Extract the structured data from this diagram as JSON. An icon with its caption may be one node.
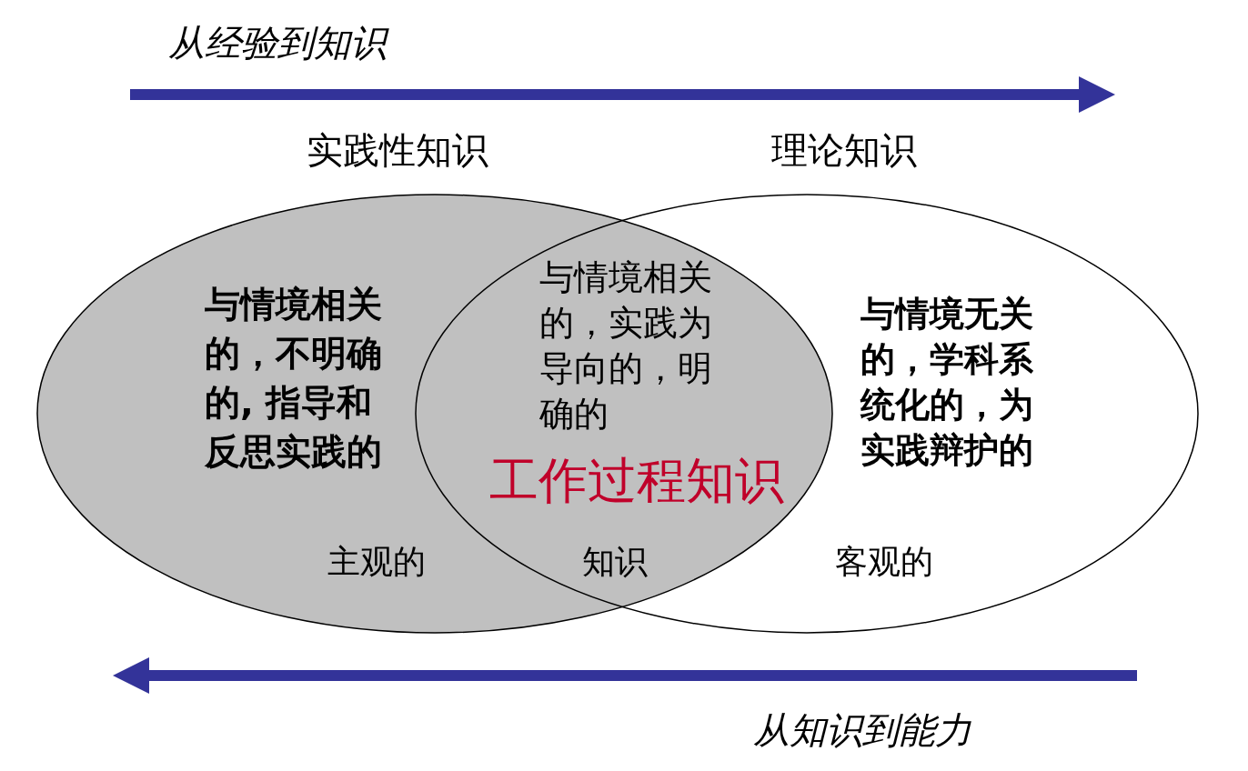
{
  "diagram": {
    "nodes": [
      {
        "text": [
          "实践性知识",
          "与情境相关的，不明确的, **指导和反思实践的**",
          "主观的"
        ]
      },
      {
        "text": [
          "理论知识",
          "与情境无关的，学科系统化的，为实践辩护的",
          "客观的"
        ]
      }
    ],
    "labels": [
      "从经验到知识",
      "与情境相关的，实践为导向的，明确的",
      "工作过程知识",
      "知识",
      "从知识到能力"
    ]
  }
}
